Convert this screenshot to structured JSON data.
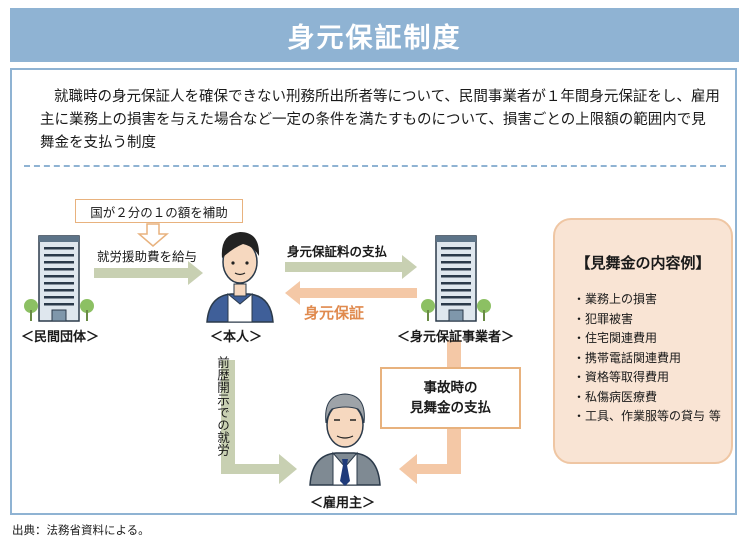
{
  "title": "身元保証制度",
  "description": "就職時の身元保証人を確保できない刑務所出所者等について、民間事業者が１年間身元保証をし、雇用主に業務上の損害を与えた場合など一定の条件を満たすものについて、損害ごとの上限額の範囲内で見舞金を支払う制度",
  "subsidy_note": "国が２分の１の額を補助",
  "flows": {
    "employment_support": "就労援助費を給与",
    "guarantee_fee": "身元保証料の支払",
    "guarantee": "身元保証",
    "disclosure_employment": "前歴開示での就労",
    "accident_payment_line1": "事故時の",
    "accident_payment_line2": "見舞金の支払"
  },
  "agents": {
    "private_org": "＜民間団体＞",
    "person": "＜本人＞",
    "guarantor": "＜身元保証事業者＞",
    "employer": "＜雇用主＞"
  },
  "examples": {
    "title": "【見舞金の内容例】",
    "items": [
      "・業務上の損害",
      "・犯罪被害",
      "・住宅関連費用",
      "・携帯電話関連費用",
      "・資格等取得費用",
      "・私傷病医療費",
      "・工具、作業服等の貸与 等"
    ]
  },
  "source": "出典：法務省資料による。",
  "colors": {
    "title_bar": "#8fb3d3",
    "green_arrow": "#c8d0b2",
    "orange_arrow": "#f4c8a6",
    "accent_text": "#e08a4e",
    "examples_bg": "#f9e4d4"
  }
}
